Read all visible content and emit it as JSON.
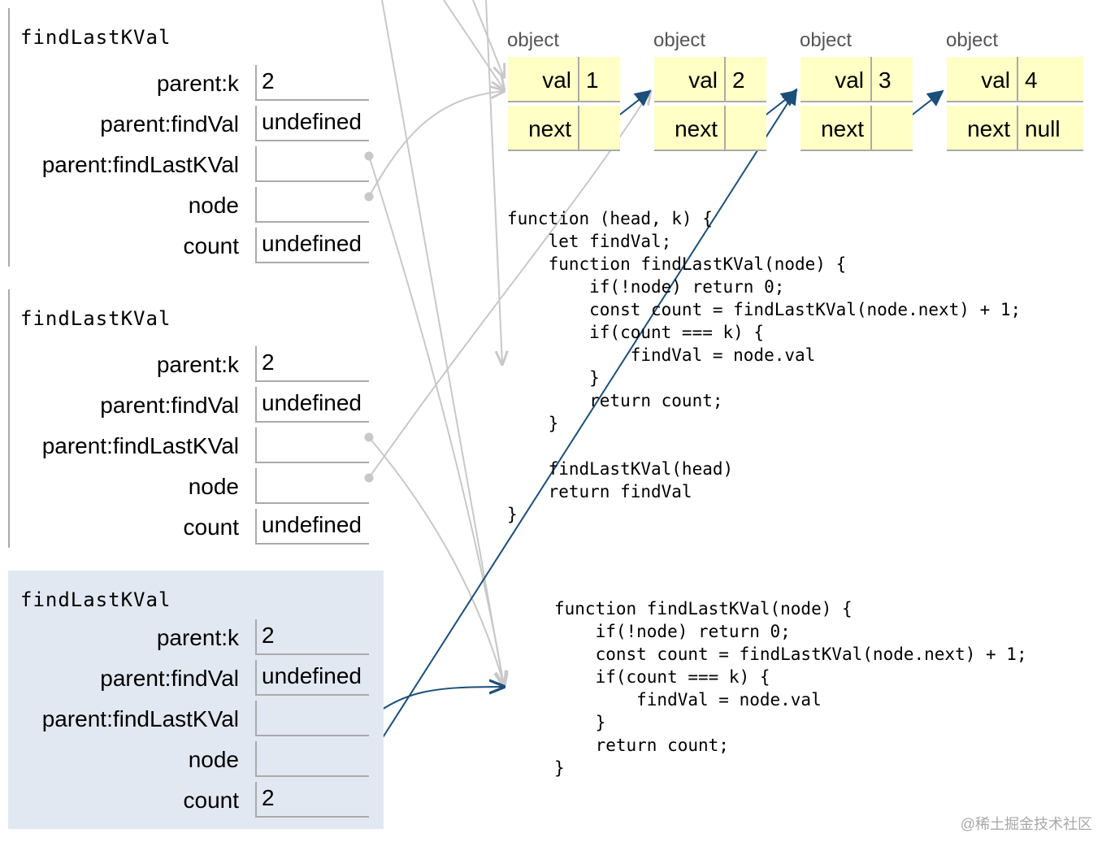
{
  "frames": [
    {
      "title": "findLastKVal",
      "active": false,
      "rows": [
        {
          "label": "parent:k",
          "value": "2"
        },
        {
          "label": "parent:findVal",
          "value": "undefined"
        },
        {
          "label": "parent:findLastKVal",
          "value": ""
        },
        {
          "label": "node",
          "value": ""
        },
        {
          "label": "count",
          "value": "undefined"
        }
      ]
    },
    {
      "title": "findLastKVal",
      "active": false,
      "rows": [
        {
          "label": "parent:k",
          "value": "2"
        },
        {
          "label": "parent:findVal",
          "value": "undefined"
        },
        {
          "label": "parent:findLastKVal",
          "value": ""
        },
        {
          "label": "node",
          "value": ""
        },
        {
          "label": "count",
          "value": "undefined"
        }
      ]
    },
    {
      "title": "findLastKVal",
      "active": true,
      "rows": [
        {
          "label": "parent:k",
          "value": "2"
        },
        {
          "label": "parent:findVal",
          "value": "undefined"
        },
        {
          "label": "parent:findLastKVal",
          "value": ""
        },
        {
          "label": "node",
          "value": ""
        },
        {
          "label": "count",
          "value": "2"
        }
      ]
    }
  ],
  "objects": [
    {
      "label": "object",
      "key1": "val",
      "val1": "1",
      "key2": "next",
      "val2": ""
    },
    {
      "label": "object",
      "key1": "val",
      "val1": "2",
      "key2": "next",
      "val2": ""
    },
    {
      "label": "object",
      "key1": "val",
      "val1": "3",
      "key2": "next",
      "val2": ""
    },
    {
      "label": "object",
      "key1": "val",
      "val1": "4",
      "key2": "next",
      "val2": "null"
    }
  ],
  "code_outer": "function (head, k) {\n    let findVal;\n    function findLastKVal(node) {\n        if(!node) return 0;\n        const count = findLastKVal(node.next) + 1;\n        if(count === k) {\n            findVal = node.val\n        }\n        return count;\n    }\n\n    findLastKVal(head)\n    return findVal\n}",
  "code_inner": "function findLastKVal(node) {\n    if(!node) return 0;\n    const count = findLastKVal(node.next) + 1;\n    if(count === k) {\n        findVal = node.val\n    }\n    return count;\n}",
  "watermark": "@稀土掘金技术社区",
  "colors": {
    "active_pointer": "#1c4e7a",
    "inactive_pointer": "#c8c8c8",
    "object_fill": "#ffffc6",
    "active_frame": "#e2e8f2"
  }
}
